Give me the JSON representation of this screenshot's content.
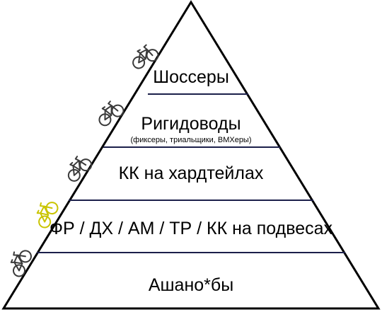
{
  "pyramid": {
    "levels": [
      {
        "label": "Шоссеры",
        "sublabel": ""
      },
      {
        "label": "Ригидоводы",
        "sublabel": "(фиксеры, триальщики, BMXеры)"
      },
      {
        "label": "КК на хардтейлах",
        "sublabel": ""
      },
      {
        "label": "ФР / ДХ / АМ / ТР / КК на подвесах",
        "sublabel": ""
      },
      {
        "label": "Ашано*бы",
        "sublabel": ""
      }
    ],
    "climbers": [
      {
        "icon": "bicycle-icon",
        "color": "#3a3a3a"
      },
      {
        "icon": "bicycle-icon",
        "color": "#3a3a3a"
      },
      {
        "icon": "bicycle-icon",
        "color": "#3a3a3a"
      },
      {
        "icon": "bicycle-icon",
        "color": "#c9c400"
      },
      {
        "icon": "bicycle-icon",
        "color": "#3a3a3a"
      }
    ],
    "colors": {
      "stroke": "#000000",
      "divider": "#1b1f4a",
      "fill": "#ffffff"
    }
  }
}
